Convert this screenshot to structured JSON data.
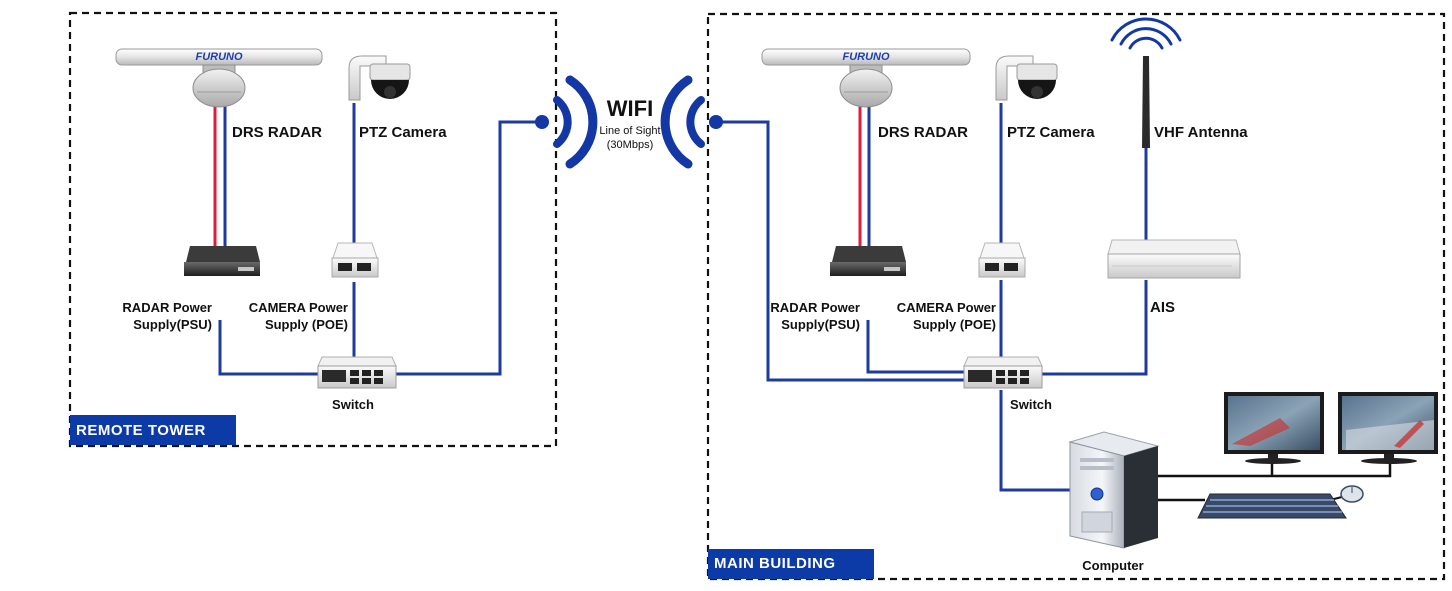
{
  "zones": {
    "remote": "REMOTE TOWER",
    "main": "MAIN BUILDING"
  },
  "brand": "FURUNO",
  "wifi": {
    "title": "WIFI",
    "line1": "Line of Sight",
    "line2": "(30Mbps)"
  },
  "remote": {
    "radar": "DRS RADAR",
    "camera": "PTZ Camera",
    "psu_line1": "RADAR Power",
    "psu_line2": "Supply(PSU)",
    "poe_line1": "CAMERA Power",
    "poe_line2": "Supply (POE)",
    "switch": "Switch"
  },
  "main": {
    "radar": "DRS RADAR",
    "camera": "PTZ Camera",
    "antenna": "VHF Antenna",
    "psu_line1": "RADAR Power",
    "psu_line2": "Supply(PSU)",
    "poe_line1": "CAMERA Power",
    "poe_line2": "Supply (POE)",
    "ais": "AIS",
    "switch": "Switch",
    "computer": "Computer"
  },
  "colors": {
    "cable": "#1f3a9e",
    "power_cable": "#e01b3c",
    "zone_tag": "#0c3aa6",
    "wifi": "#1437a6"
  },
  "icons": [
    "radar-antenna-icon",
    "ptz-camera-icon",
    "power-supply-icon",
    "poe-injector-icon",
    "network-switch-icon",
    "vhf-antenna-icon",
    "ais-receiver-icon",
    "computer-tower-icon",
    "monitor-icon",
    "keyboard-icon",
    "mouse-icon",
    "wifi-icon"
  ]
}
